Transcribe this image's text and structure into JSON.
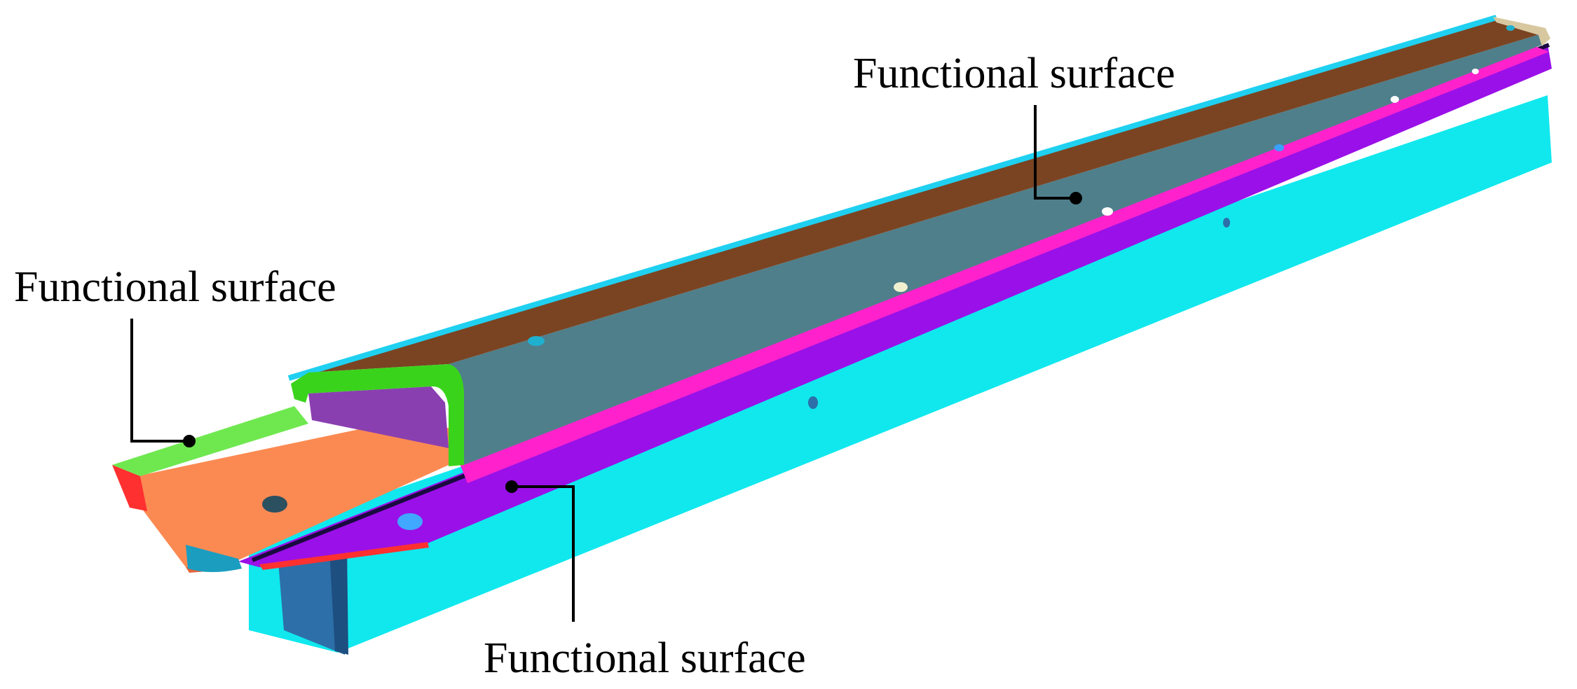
{
  "callouts": [
    {
      "label": "Functional surface"
    },
    {
      "label": "Functional surface"
    },
    {
      "label": "Functional surface"
    }
  ],
  "colors": {
    "flat_top": "#7a4422",
    "flat_side": "#4f7f8b",
    "rail_edge": "#1fd0f0",
    "strip_magenta": "#ff22cc",
    "strip_purple": "#9a10e8",
    "web_cyan": "#10e8ee",
    "bracket_orange": "#fb8a52",
    "tab_green": "#6fe850",
    "clip_green": "#3ad31c",
    "clip_purple": "#8a3fb0",
    "base_blue": "#2d6fa8",
    "trim_red": "#ff3030",
    "leader": "#000000"
  }
}
